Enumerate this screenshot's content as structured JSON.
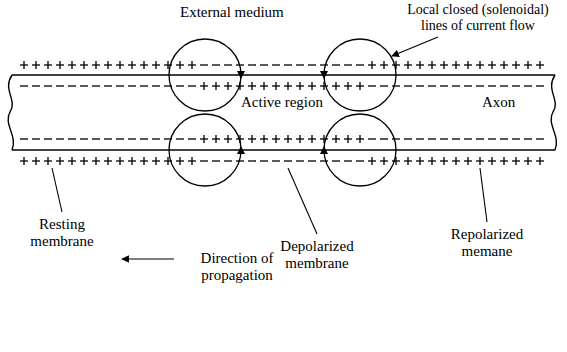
{
  "diagram": {
    "labels": [
      "External medium",
      "Local closed (solenoidal) lines of current flow",
      "Active region",
      "Axon",
      "Resting membrane",
      "Direction of propagation",
      "Depolarized membrane",
      "Repolarized memane"
    ]
  }
}
